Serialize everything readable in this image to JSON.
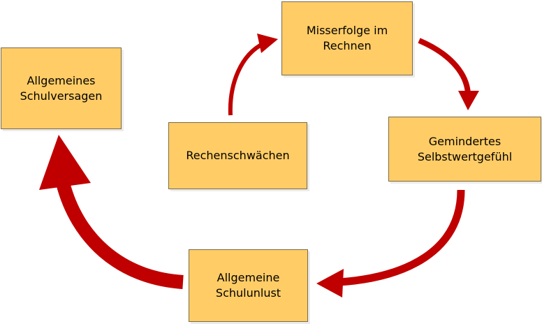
{
  "colors": {
    "box_fill": "#ffcc66",
    "box_border": "#7a6a4a",
    "arrow": "#c00000"
  },
  "boxes": {
    "schulversagen": {
      "line1": "Allgemeines",
      "line2": "Schulversagen"
    },
    "misserfolge": {
      "line1": "Misserfolge im",
      "line2": "Rechnen"
    },
    "rechenschwaechen": {
      "line1": "Rechenschwächen"
    },
    "selbstwert": {
      "line1": "Gemindertes",
      "line2": "Selbstwertgefühl"
    },
    "schulunlust": {
      "line1": "Allgemeine",
      "line2": "Schulunlust"
    }
  },
  "arrows": [
    {
      "from": "rechenschwaechen",
      "to": "misserfolge"
    },
    {
      "from": "misserfolge",
      "to": "selbstwert"
    },
    {
      "from": "selbstwert",
      "to": "schulunlust"
    },
    {
      "from": "schulunlust",
      "to": "schulversagen"
    }
  ]
}
